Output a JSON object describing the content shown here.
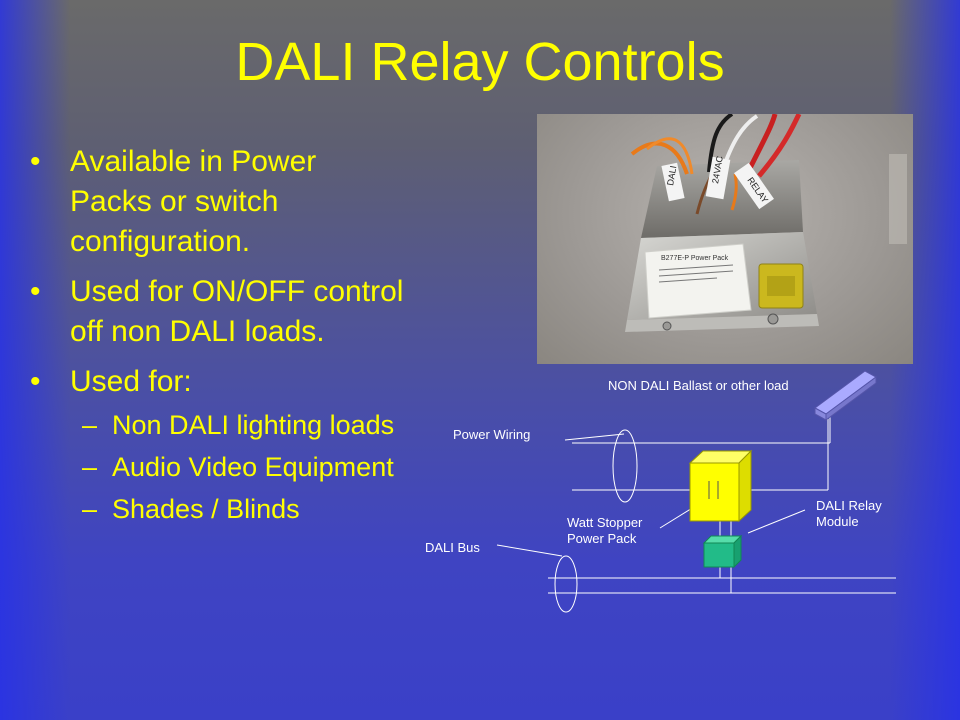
{
  "slide": {
    "title": "DALI Relay Controls",
    "bullets": [
      {
        "text": "Available in Power Packs or switch configuration.",
        "lines": [
          "Available in Power",
          "Packs or switch",
          "configuration."
        ]
      },
      {
        "text": "Used for ON/OFF control off non DALI loads.",
        "lines": [
          "Used for ON/OFF control",
          "off non DALI loads."
        ]
      },
      {
        "text": "Used for:",
        "lines": [
          "Used for:"
        ]
      }
    ],
    "bullet_glyph": "•",
    "sub_glyph": "–",
    "sub_bullets": [
      "Non DALI lighting loads",
      "Audio Video Equipment",
      "Shades / Blinds"
    ]
  },
  "photo": {
    "wire_labels": [
      "DALI",
      "24VAC",
      "RELAY"
    ],
    "device_label": "B277E-P Power Pack"
  },
  "diagram": {
    "labels": {
      "load": "NON DALI Ballast or other load",
      "power_wiring": "Power Wiring",
      "relay_module": [
        "DALI Relay",
        "Module"
      ],
      "power_pack": [
        "Watt Stopper",
        "Power Pack"
      ],
      "dali_bus": "DALI Bus"
    }
  },
  "colors": {
    "title": "#ffff00",
    "text": "#ffff00",
    "power_pack_fill": "#ffff00",
    "relay_module_fill": "#22bb88",
    "ballast_fill": "#9999ee",
    "lines": "#ffffff"
  }
}
